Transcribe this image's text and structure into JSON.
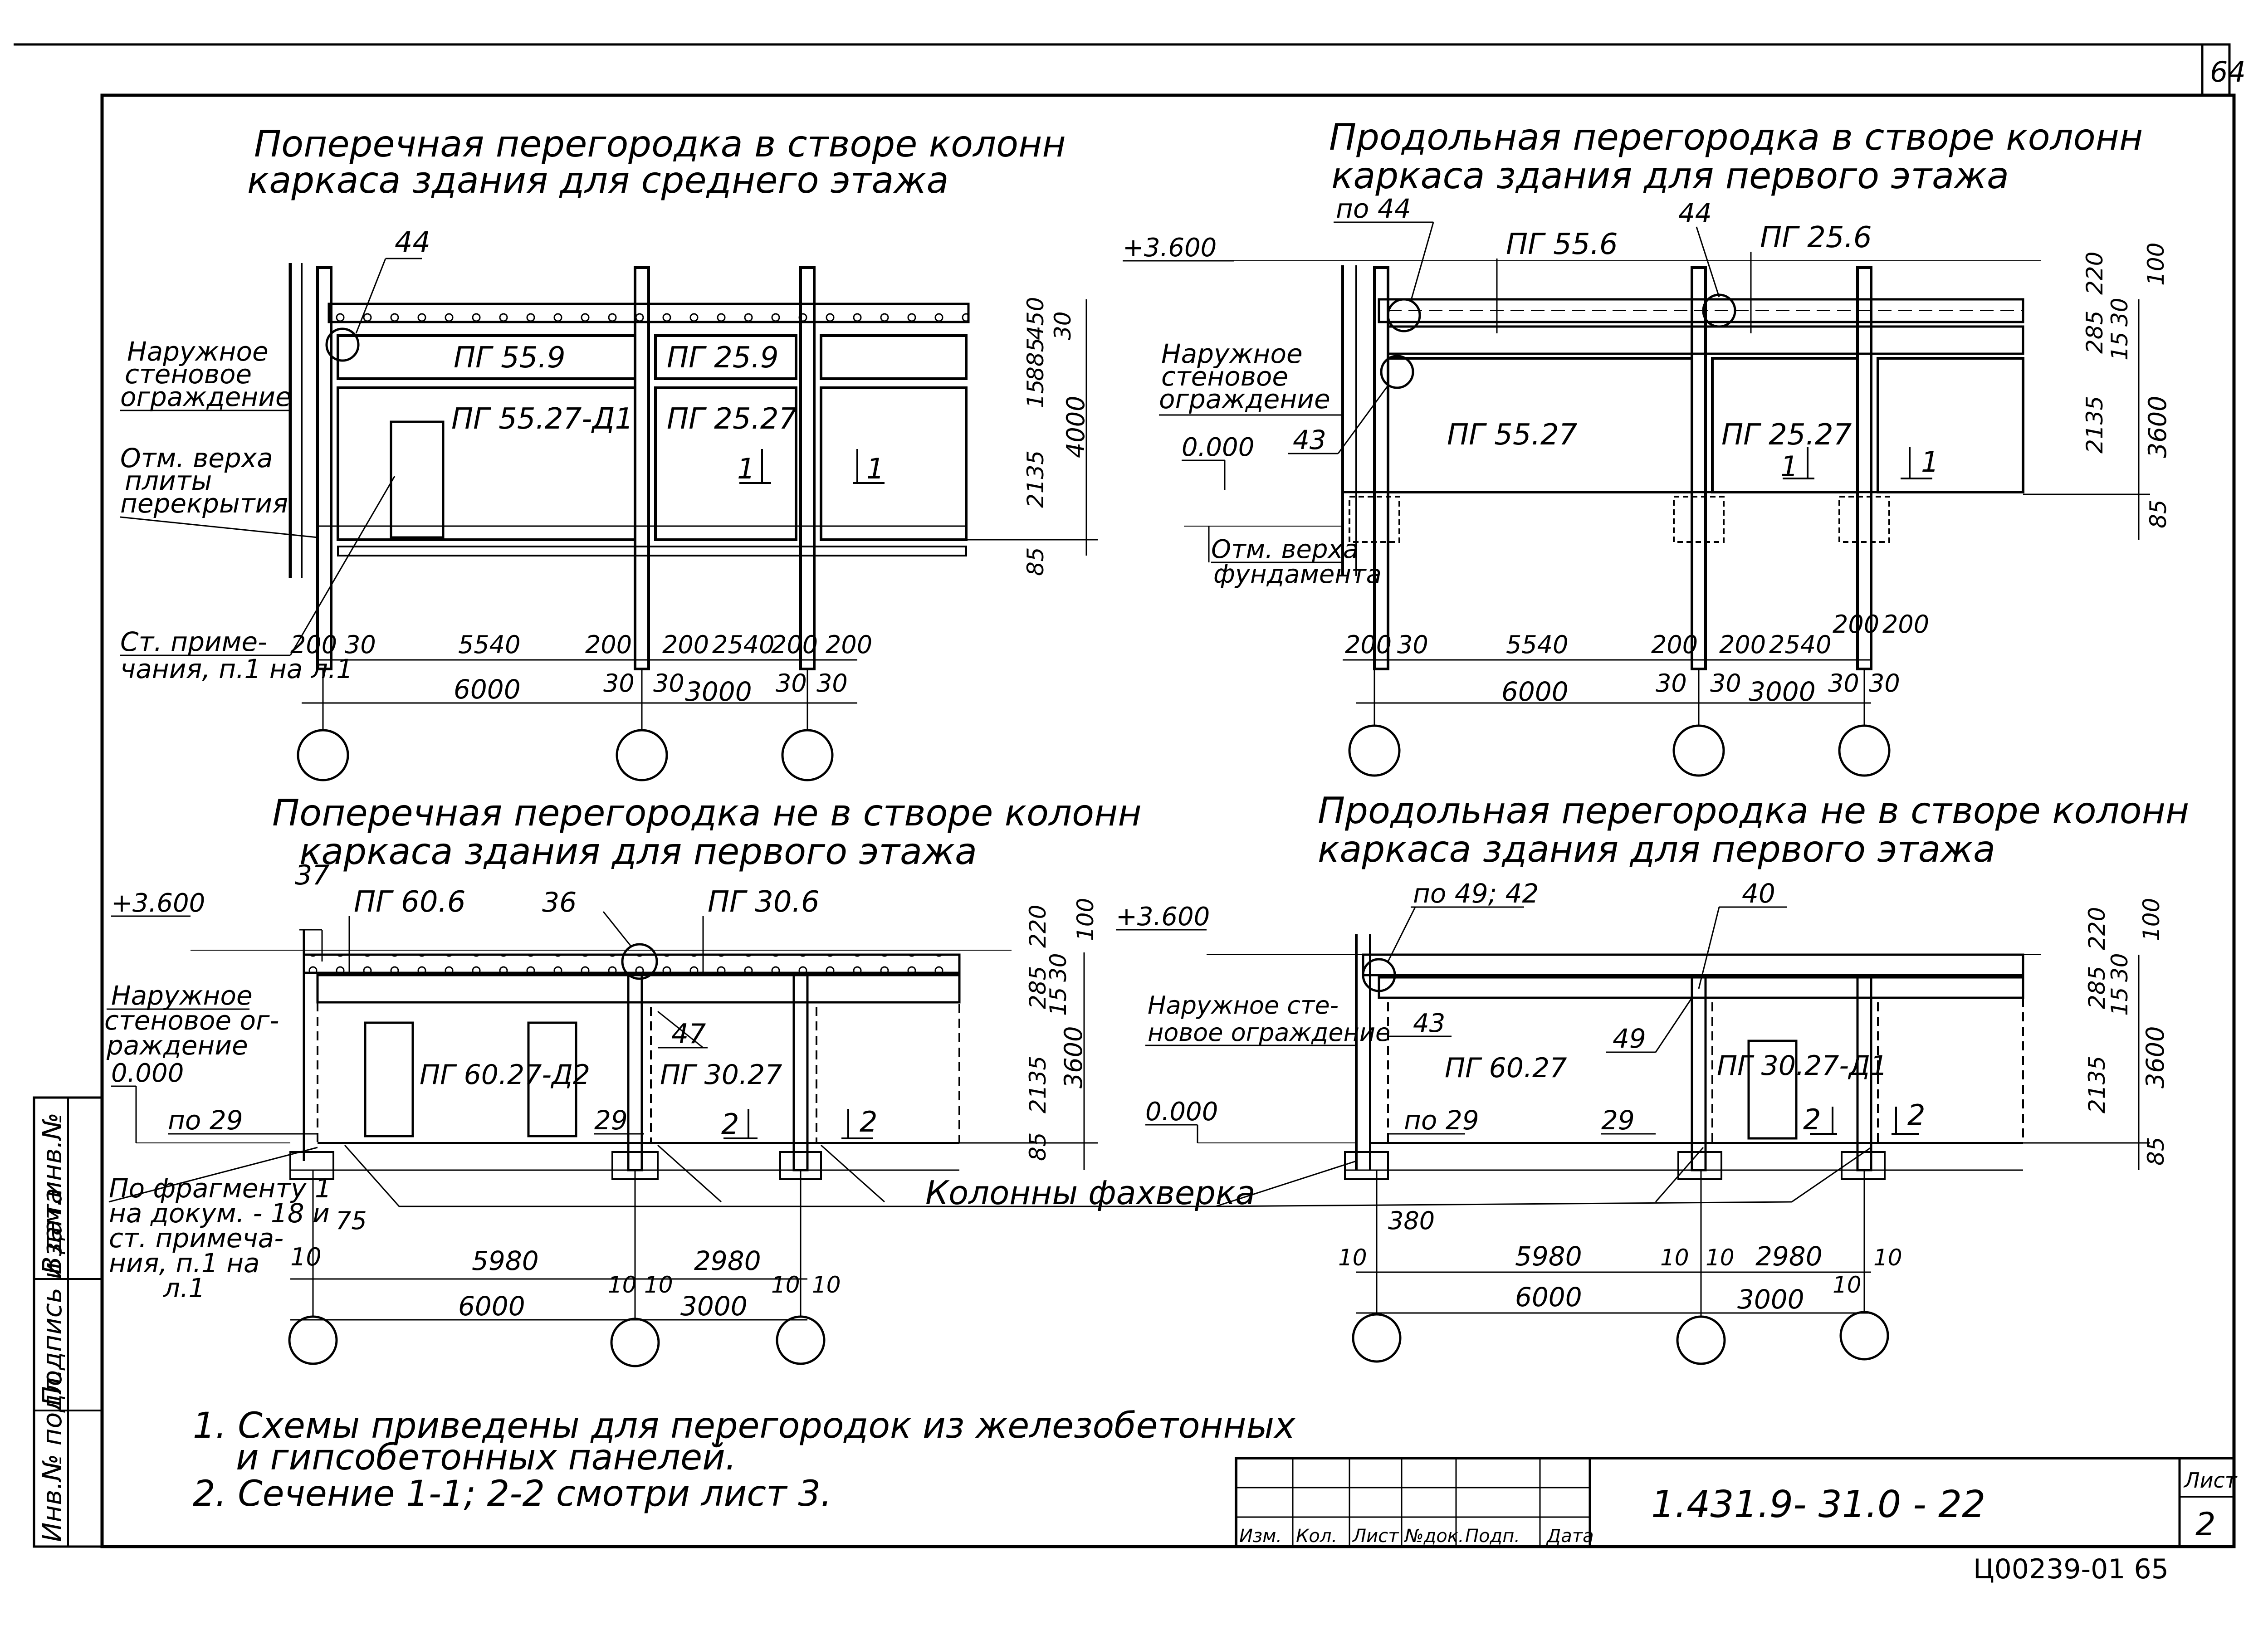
{
  "sheet": {
    "page_number": "64",
    "designation": "1.431.9- 31.0 - 22",
    "sheet_label": "Лист",
    "sheet_no": "2",
    "archive_code": "Ц00239-01 65",
    "stamp_headers": [
      "Изм.",
      "Кол.",
      "Лист",
      "№док.",
      "Подп.",
      "Дата"
    ],
    "side_stamp": [
      "Инв.№ подл.",
      "Подпись и дата",
      "Взам.инв.№"
    ]
  },
  "views": {
    "v1": {
      "title_1": "Поперечная перегородка в створе колонн",
      "title_2": "каркаса здания для среднего этажа",
      "callout": "44",
      "panels": [
        "ПГ 55.9",
        "ПГ 25.9",
        "ПГ 55.27-Д1",
        "ПГ 25.27"
      ],
      "left_notes": [
        "Наружное",
        "стеновое",
        "ограждение",
        "Отм. верха",
        "плиты",
        "перекрытия",
        "Ст. приме-",
        "чания, п.1 на л.1"
      ],
      "section": [
        "1",
        "1"
      ],
      "dims_top": [
        "200",
        "30",
        "5540",
        "200",
        "200",
        "2540",
        "200",
        "200"
      ],
      "dims_bot": [
        "6000",
        "30",
        "30",
        "3000",
        "30",
        "30"
      ],
      "dims_v": [
        "450",
        "30",
        "885",
        "15",
        "2135",
        "85",
        "4000"
      ]
    },
    "v2": {
      "title_1": "Продольная перегородка в створе колонн",
      "title_2": "каркаса здания для первого этажа",
      "level_top": "+3.600",
      "level_zero": "0.000",
      "callouts": [
        "по 44",
        "44",
        "43"
      ],
      "panels": [
        "ПГ 55.6",
        "ПГ 25.6",
        "ПГ 55.27",
        "ПГ 25.27"
      ],
      "left_notes": [
        "Наружное",
        "стеновое",
        "ограждение",
        "Отм. верха",
        "фундамента"
      ],
      "section": [
        "1",
        "1"
      ],
      "dims_top": [
        "200",
        "30",
        "5540",
        "200",
        "200",
        "2540",
        "200",
        "200"
      ],
      "dims_bot": [
        "6000",
        "30",
        "30",
        "3000",
        "30",
        "30"
      ],
      "dims_v": [
        "220",
        "30",
        "100",
        "285",
        "15",
        "2135",
        "3600",
        "85"
      ]
    },
    "v3": {
      "title_1": "Поперечная перегородка не в створе колонн",
      "title_2": "каркаса здания для первого этажа",
      "level_top": "+3.600",
      "level_zero": "0.000",
      "callouts": [
        "37",
        "36",
        "47",
        "по 29",
        "29"
      ],
      "panels": [
        "ПГ 60.6",
        "ПГ 30.6",
        "ПГ 60.27-Д2",
        "ПГ 30.27"
      ],
      "left_notes": [
        "Наружное",
        "стеновое ог-",
        "раждение",
        "По фрагменту 1",
        "на докум. - 18 и",
        "ст. примеча-",
        "ния, п.1 на",
        "л.1"
      ],
      "section": [
        "2",
        "2"
      ],
      "dims_top": [
        "75",
        "10",
        "5980",
        "10",
        "10",
        "2980"
      ],
      "dims_bot": [
        "6000",
        "10",
        "10",
        "3000"
      ],
      "dims_v": [
        "220",
        "30",
        "100",
        "285",
        "15",
        "2135",
        "3600",
        "85"
      ]
    },
    "v4": {
      "title_1": "Продольная перегородка не в створе колонн",
      "title_2": "каркаса здания для первого этажа",
      "level_top": "+3.600",
      "level_zero": "0.000",
      "callouts": [
        "по 49; 42",
        "40",
        "43",
        "49",
        "по 29",
        "29"
      ],
      "panels": [
        "ПГ 60.27",
        "ПГ 30.27-Д1"
      ],
      "left_notes": [
        "Наружное сте-",
        "новое ограждение"
      ],
      "section": [
        "2",
        "2"
      ],
      "dims_top": [
        "380",
        "10",
        "5980",
        "10",
        "10",
        "2980",
        "10"
      ],
      "dims_bot": [
        "6000",
        "3000",
        "10"
      ],
      "dims_v": [
        "220",
        "30",
        "100",
        "285",
        "15",
        "2135",
        "3600",
        "85"
      ]
    },
    "shared": {
      "columns_label": "Колонны фахверка"
    }
  },
  "notes": [
    "1. Схемы приведены для перегородок из железобетонных",
    "и гипсобетонных панелей.",
    "2. Сечение 1-1; 2-2 смотри лист 3."
  ]
}
